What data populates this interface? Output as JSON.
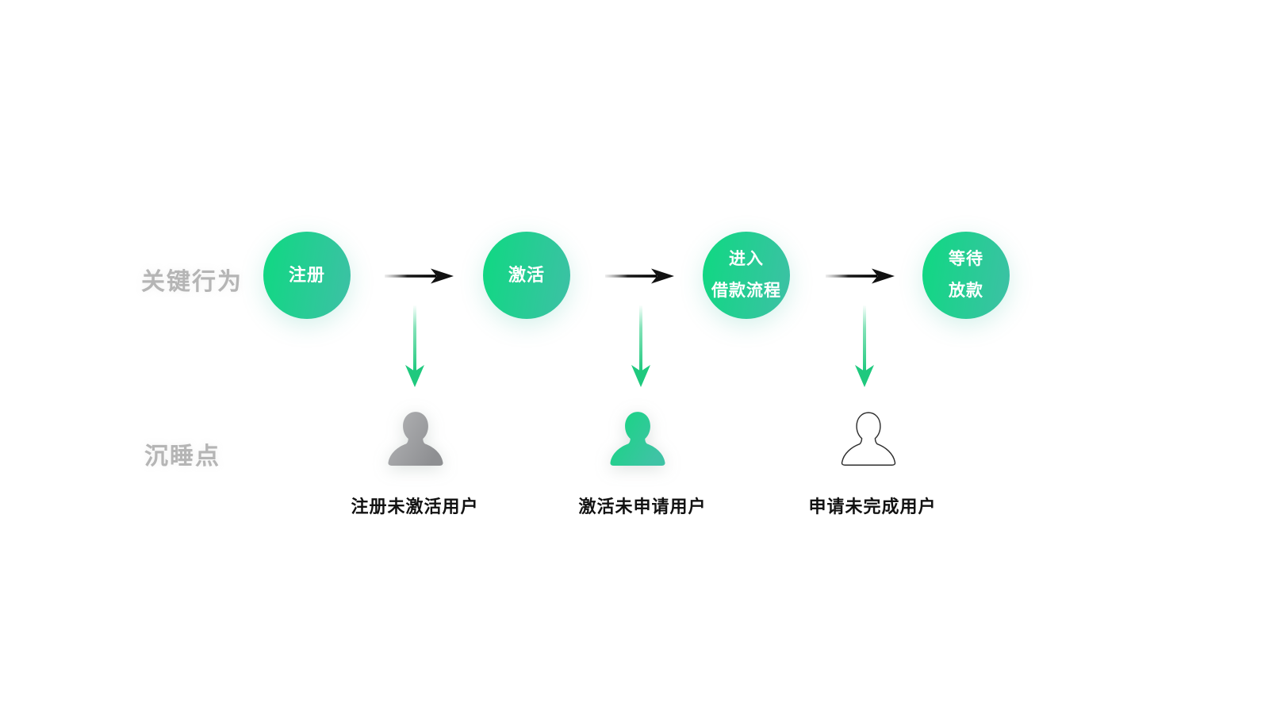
{
  "rows": {
    "behaviors_label": "关键行为",
    "dormant_label": "沉睡点"
  },
  "steps": [
    {
      "line1": "注册",
      "line2": ""
    },
    {
      "line1": "激活",
      "line2": ""
    },
    {
      "line1": "进入",
      "line2": "借款流程"
    },
    {
      "line1": "等待",
      "line2": "放款"
    }
  ],
  "dormant_points": [
    {
      "label": "注册未激活用户",
      "icon": "user-silhouette-gray-icon"
    },
    {
      "label": "激活未申请用户",
      "icon": "user-silhouette-green-icon"
    },
    {
      "label": "申请未完成用户",
      "icon": "user-outline-icon"
    }
  ],
  "icons": [
    "arrow-right-icon",
    "arrow-down-icon",
    "user-silhouette-gray-icon",
    "user-silhouette-green-icon",
    "user-outline-icon"
  ],
  "colors": {
    "circle_gradient_start": "#0ed981",
    "circle_gradient_end": "#3ec0a6",
    "green_arrow": "#1fc97e",
    "black_arrow": "#111111",
    "row_label_gray": "#b5b5b5",
    "dormant_label_black": "#121212",
    "person_gray_start": "#b4b5b7",
    "person_gray_end": "#8e8f92",
    "person_green_start": "#13d77f",
    "person_green_end": "#3fc3a5",
    "person_outline": "#2f2f2f",
    "background": "#ffffff"
  }
}
